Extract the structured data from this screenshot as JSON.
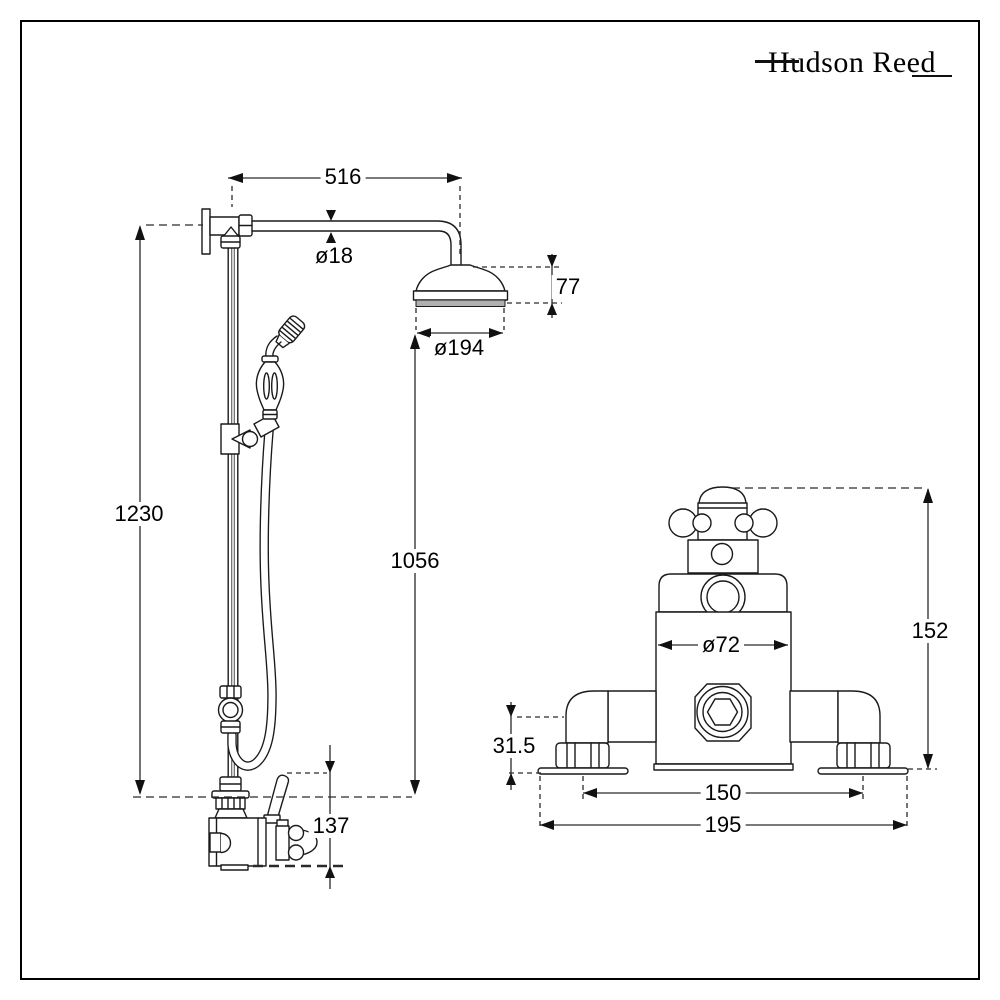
{
  "brand": {
    "name": "Hudson Reed"
  },
  "colors": {
    "line": "#1a1a1a",
    "dimension": "#2a2a2a",
    "head_band": "#b0b0b0"
  },
  "column_view": {
    "dims": {
      "arm_length": "516",
      "arm_diameter": "ø18",
      "head_height": "77",
      "head_diameter": "ø194",
      "overall_height": "1230",
      "head_to_outlet": "1056",
      "valve_height": "137"
    }
  },
  "valve_view": {
    "dims": {
      "overall_height": "152",
      "body_diameter": "ø72",
      "inlet_drop": "31.5",
      "inlet_centres": "150",
      "overall_width": "195"
    }
  }
}
